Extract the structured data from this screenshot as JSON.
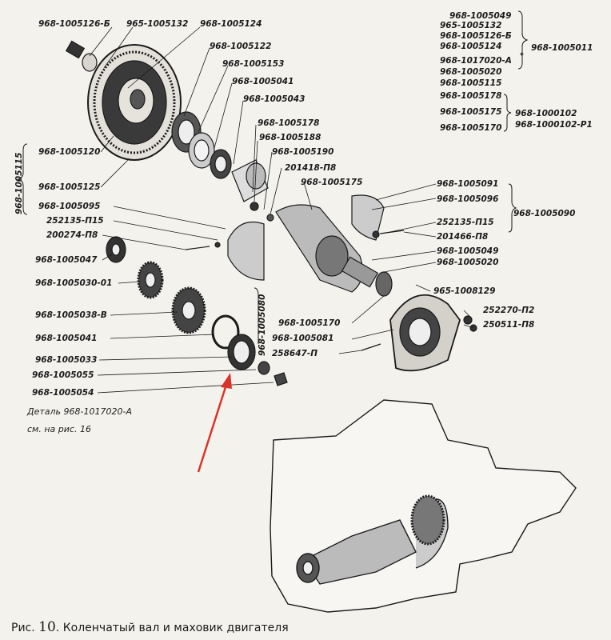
{
  "labels_left": [
    "968-1005126-Б",
    "965-1005132",
    "968-1005124",
    "968-1005122",
    "968-1005153",
    "968-1005041",
    "968-1005043",
    "968-1005178",
    "968-1005188",
    "968-1005190",
    "201418-П8",
    "968-1005175",
    "968-1005120",
    "968-1005125",
    "968-1005095",
    "252135-П15",
    "200274-П8",
    "968-1005047",
    "968-1005030-01",
    "968-1005038-В",
    "968-1005041",
    "968-1005033",
    "968-1005055",
    "968-1005054"
  ],
  "vertical_labels": [
    "968-1005115",
    "968-1005080"
  ],
  "labels_right": [
    "968-1005091",
    "968-1005096",
    "252135-П15",
    "201466-П8",
    "968-1005049",
    "968-1005020",
    "965-1008129",
    "252270-П2",
    "250511-П8",
    "968-1005170",
    "968-1005081",
    "258647-П"
  ],
  "group_top": {
    "items": [
      "968-1005049",
      "965-1005132",
      "968-1005126-Б",
      "968-1005124",
      "968-1017020-А",
      "968-1005020",
      "968-1005115"
    ],
    "asterisk": "*",
    "result": "968-1005011"
  },
  "group_mid": {
    "items": [
      "968-1005178",
      "968-1005175",
      "968-1005170"
    ],
    "results": [
      "968-1000102",
      "968-1000102-Р1"
    ]
  },
  "group_right": {
    "result": "968-1005090"
  },
  "note": {
    "line1": "Деталь 968-1017020-А",
    "line2": "см. на рис. 16"
  },
  "caption": {
    "prefix": "Рис.",
    "number": "10",
    "text": ". Коленчатый вал и маховик двигателя"
  },
  "colors": {
    "ink": "#1b1b1b",
    "paper": "#f4f2ed",
    "arrow": "#d9342b"
  }
}
